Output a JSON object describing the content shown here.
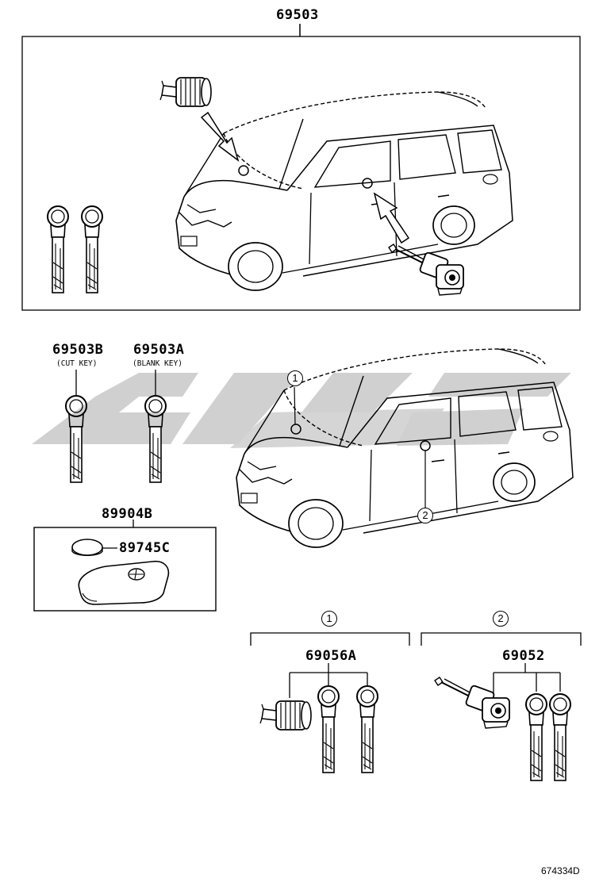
{
  "labels": {
    "kit_top": "69503",
    "cut_key": "69503B",
    "cut_key_note": "(CUT KEY)",
    "blank_key": "69503A",
    "blank_key_note": "(BLANK KEY)",
    "transmitter": "89904B",
    "battery": "89745C",
    "set_1": "69056A",
    "set_2": "69052",
    "ref_1": "1",
    "ref_2": "2",
    "illustration_code": "674334D"
  },
  "colors": {
    "line": "#000000",
    "watermark": "#c8c8c8",
    "background": "#ffffff"
  }
}
